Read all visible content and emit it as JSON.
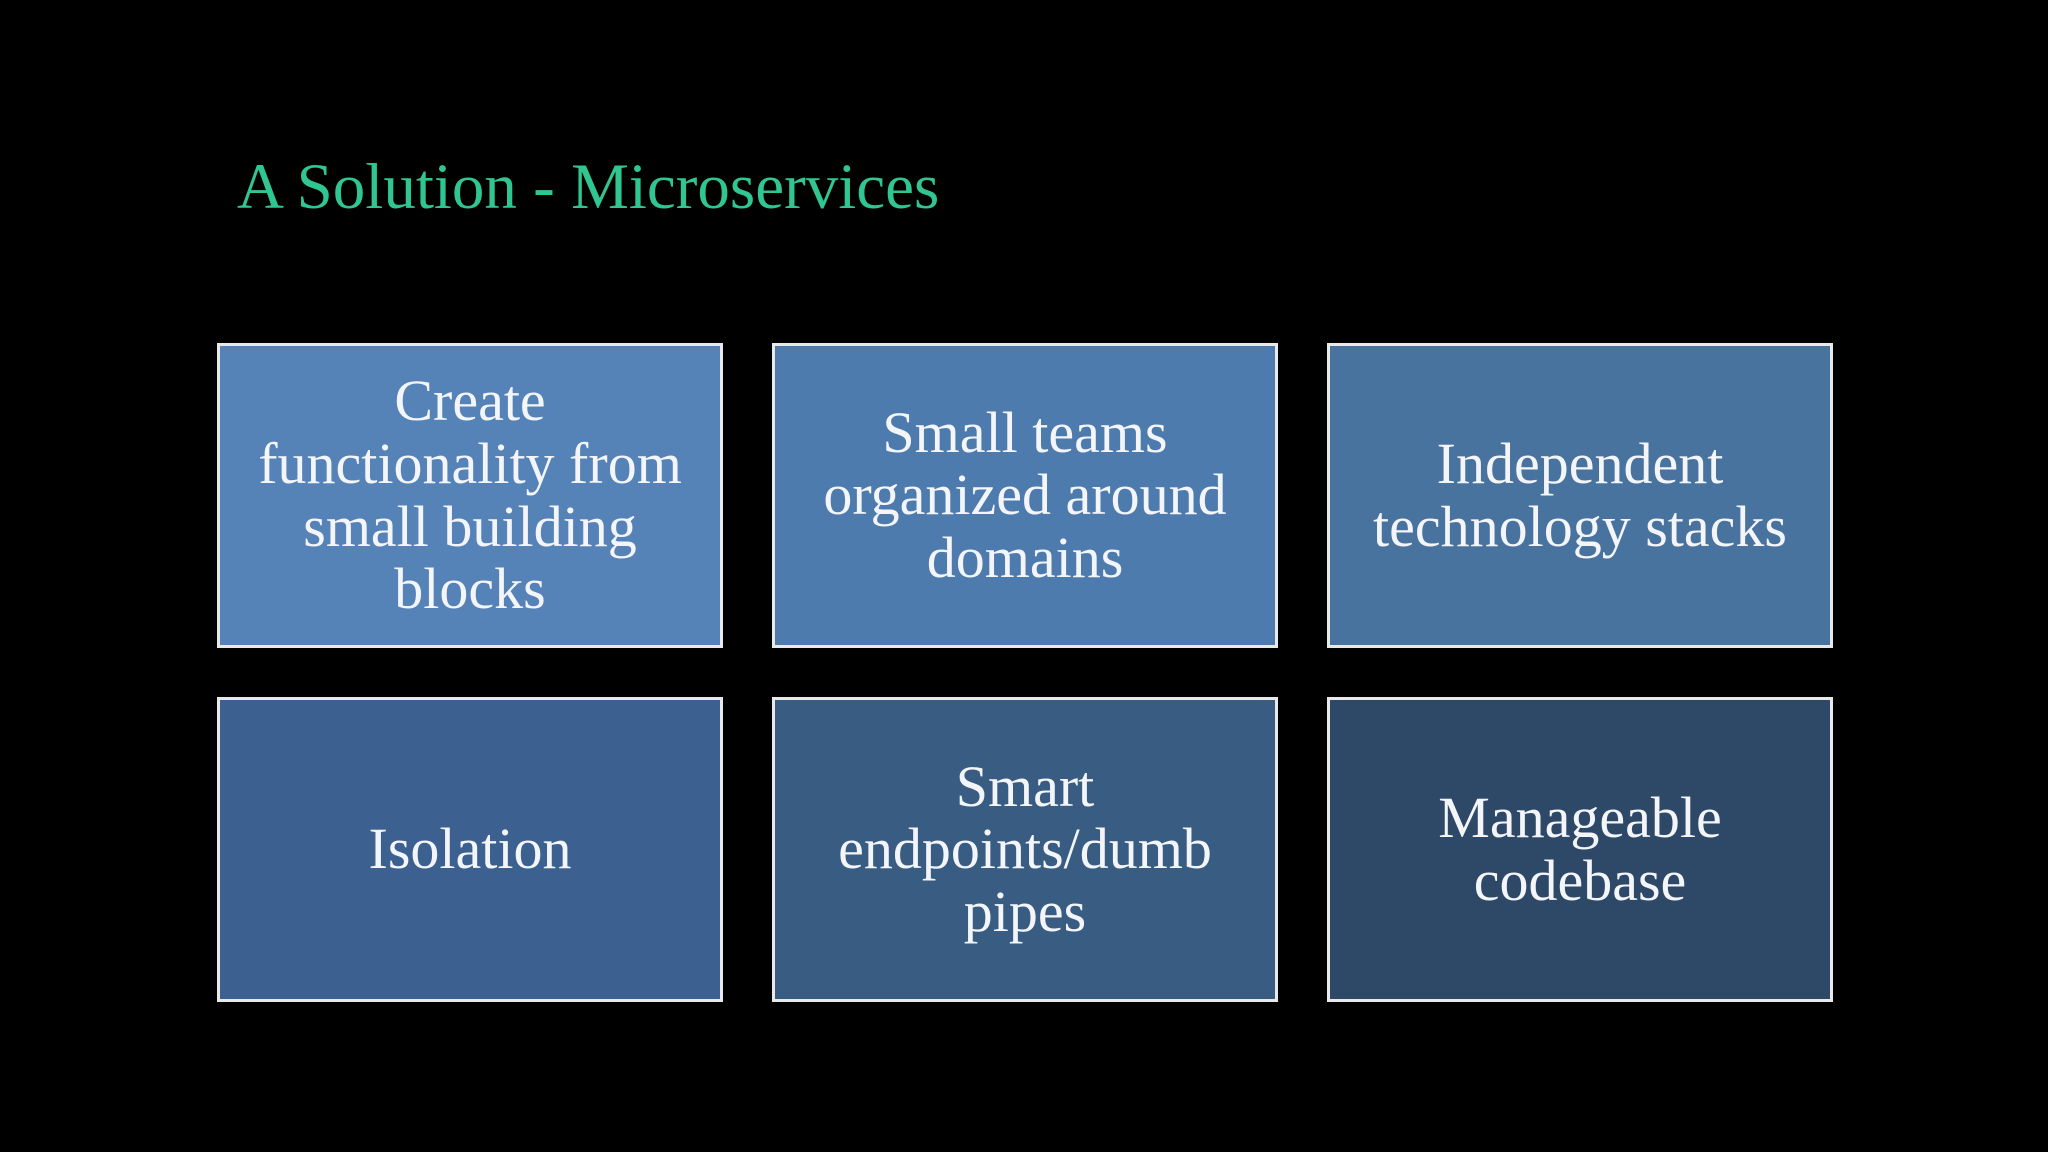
{
  "slide": {
    "title": "A Solution - Microservices",
    "colors": {
      "background": "#000000",
      "title": "#2FC692",
      "box-border": "#E9E9E9",
      "box-text": "#F3F5F8"
    },
    "boxes": [
      {
        "label": "Create functionality from small building blocks",
        "color": "#5583B8"
      },
      {
        "label": "Small teams organized around domains",
        "color": "#4E7BAE"
      },
      {
        "label": "Independent technology stacks",
        "color": "#49739F"
      },
      {
        "label": "Isolation",
        "color": "#3C608F"
      },
      {
        "label": "Smart endpoints/dumb pipes",
        "color": "#385C82"
      },
      {
        "label": "Manageable codebase",
        "color": "#2E4868"
      }
    ]
  }
}
